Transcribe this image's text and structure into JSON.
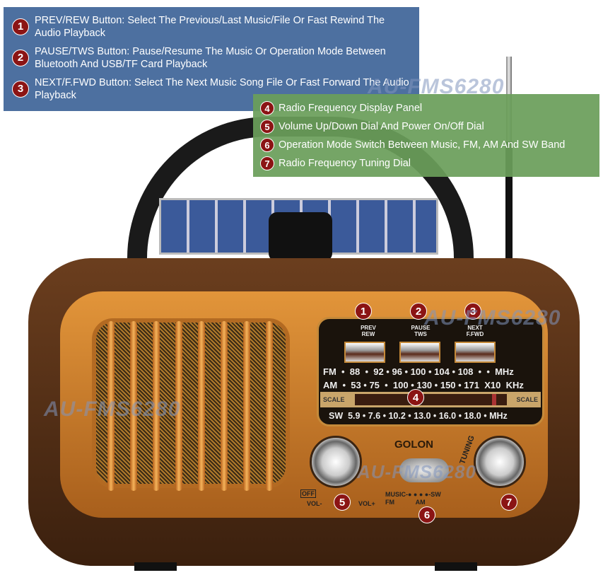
{
  "blue_callouts": [
    {
      "n": "1",
      "text": "PREV/REW Button: Select The Previous/Last Music/File Or Fast Rewind The Audio Playback"
    },
    {
      "n": "2",
      "text": "PAUSE/TWS Button: Pause/Resume The Music Or Operation Mode Between Bluetooth And USB/TF Card Playback"
    },
    {
      "n": "3",
      "text": "NEXT/F.FWD Button: Select The Next Music Song File Or Fast Forward The Audio Playback"
    }
  ],
  "green_callouts": [
    {
      "n": "4",
      "text": "Radio Frequency Display Panel"
    },
    {
      "n": "5",
      "text": "Volume Up/Down Dial And Power On/Off Dial"
    },
    {
      "n": "6",
      "text": "Operation Mode Switch Between Music, FM, AM And SW Band"
    },
    {
      "n": "7",
      "text": "Radio Frequency Tuning Dial"
    }
  ],
  "watermark": "AU-FMS6280",
  "radio": {
    "buttons": [
      {
        "n": "1",
        "label": "PREV REW"
      },
      {
        "n": "2",
        "label": "PAUSE TWS"
      },
      {
        "n": "3",
        "label": "NEXT F.FWD"
      }
    ],
    "fm": "FM  •  88  •  92 • 96 • 100 • 104 • 108  •  •  MHz",
    "am": "AM  •  53 • 75  •  100 • 130 • 150 • 171  X10  KHz",
    "sw": "SW  5.9 • 7.6 • 10.2 • 13.0 • 16.0 • 18.0 • MHz",
    "scale": "SCALE",
    "brand": "GOLON",
    "off": "OFF",
    "vol_minus": "VOL-",
    "vol_plus": "VOL+",
    "tuning": "TUNING",
    "mode_top": "MUSIC-● ● ● ●-SW",
    "mode_bottom": "FM            AM",
    "num4": "4",
    "num5": "5",
    "num6": "6",
    "num7": "7"
  }
}
